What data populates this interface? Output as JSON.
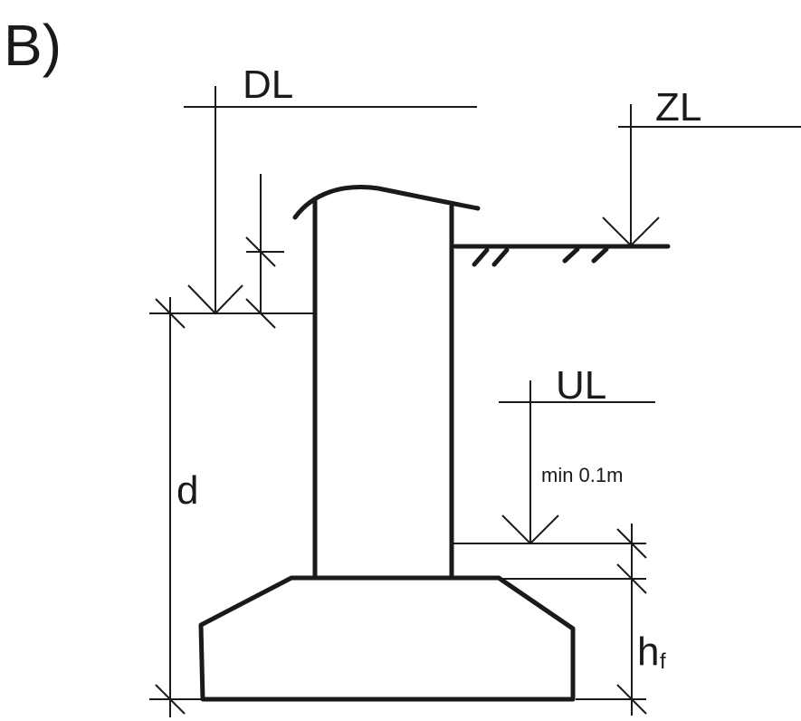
{
  "figure": {
    "panel_label": "B)",
    "levels": {
      "dl": "DL",
      "zl": "ZL",
      "ul": "UL"
    },
    "dimensions": {
      "depth": "d",
      "footing_height_main": "h",
      "footing_height_sub": "f",
      "min_gap": "min 0.1m"
    }
  }
}
